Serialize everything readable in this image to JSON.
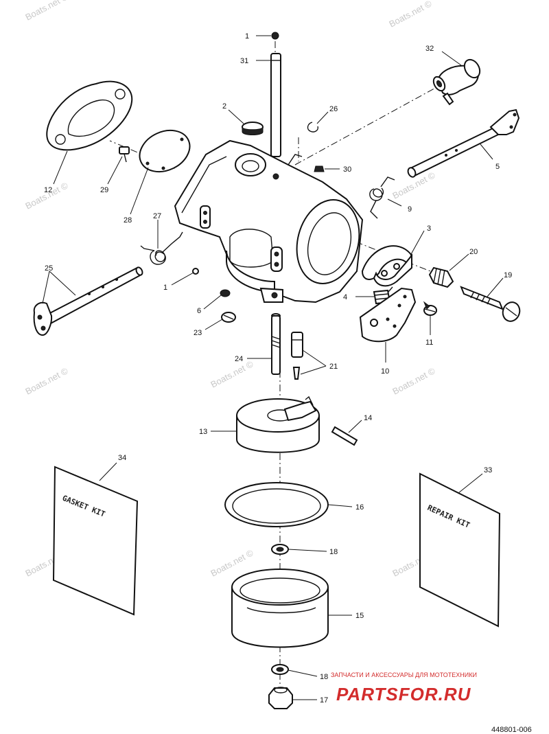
{
  "callouts": {
    "c1a": "1",
    "c31": "31",
    "c32": "32",
    "c2": "2",
    "c26": "26",
    "c12": "12",
    "c29": "29",
    "c30": "30",
    "c5": "5",
    "c9": "9",
    "c28": "28",
    "c27": "27",
    "c3": "3",
    "c20": "20",
    "c25": "25",
    "c19": "19",
    "c1b": "1",
    "c4": "4",
    "c6": "6",
    "c11": "11",
    "c23": "23",
    "c10": "10",
    "c24": "24",
    "c21": "21",
    "c14": "14",
    "c13": "13",
    "c34": "34",
    "c33": "33",
    "c16": "16",
    "c18a": "18",
    "c15": "15",
    "c18b": "18",
    "c17": "17"
  },
  "kits": {
    "gasket": "GASKET KIT",
    "repair": "REPAIR KIT"
  },
  "watermark": "Boats.net ©",
  "footer": {
    "figure_number": "448801-006"
  },
  "branding": {
    "tagline": "ЗАПЧАСТИ И АКСЕССУАРЫ ДЛЯ МОТОТЕХНИКИ",
    "name": "PARTSFOR.RU",
    "color": "#d32c2c"
  }
}
